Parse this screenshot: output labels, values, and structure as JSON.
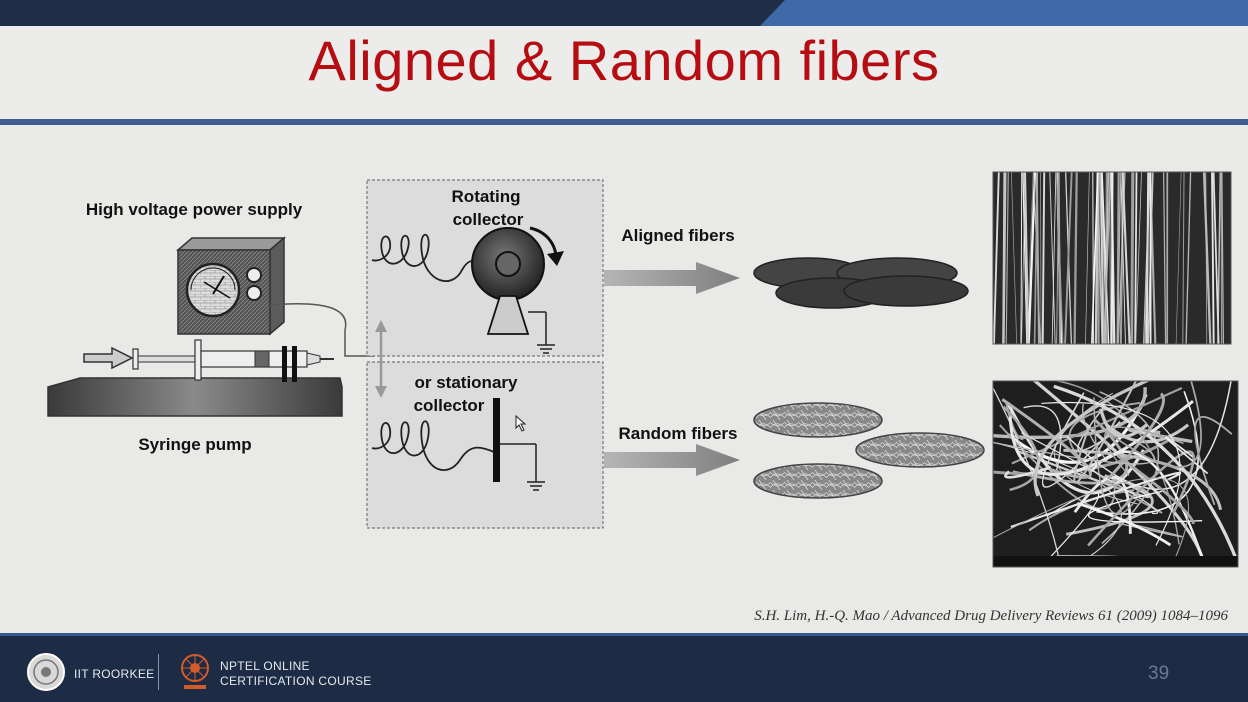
{
  "slide": {
    "title": "Aligned & Random fibers",
    "page_number": "39"
  },
  "diagram": {
    "labels": {
      "power_supply": "High voltage power supply",
      "syringe_pump": "Syringe pump",
      "rotating_collector_line1": "Rotating",
      "rotating_collector_line2": "collector",
      "stationary_collector_line1": "or stationary",
      "stationary_collector_line2": "collector",
      "aligned_fibers": "Aligned fibers",
      "random_fibers": "Random fibers"
    }
  },
  "citation": "S.H. Lim, H.-Q. Mao / Advanced Drug Delivery Reviews 61 (2009) 1084–1096",
  "footer": {
    "institute": "IIT ROORKEE",
    "course_line1": "NPTEL ONLINE",
    "course_line2": "CERTIFICATION COURSE"
  },
  "colors": {
    "title": "#b50d12",
    "accent_blue": "#3d5d93",
    "footer_bg": "#1d2b44"
  }
}
